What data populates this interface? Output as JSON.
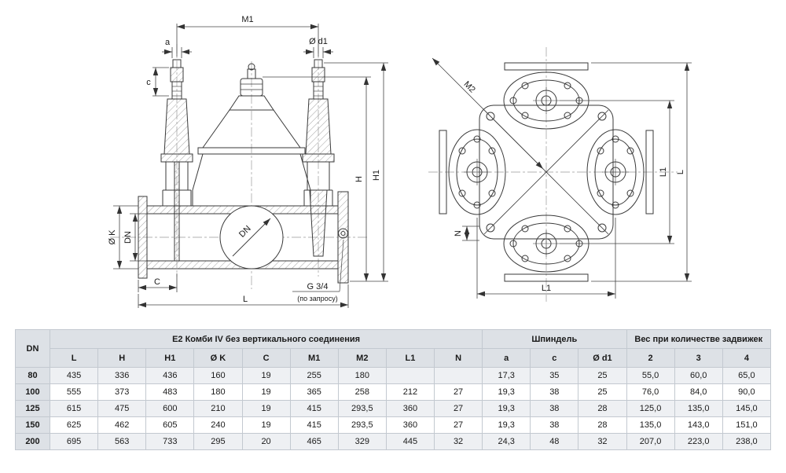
{
  "drawing": {
    "left": {
      "m1": "M1",
      "a": "a",
      "d1": "Ø d1",
      "c_dim": "c",
      "h": "H",
      "h1": "H1",
      "k": "Ø K",
      "dn": "DN",
      "dn_arrow": "DN",
      "c_bottom": "C",
      "l": "L",
      "g": "G 3/4",
      "note": "(по запросу)"
    },
    "right": {
      "m2": "M2",
      "n": "N",
      "l1_side": "L1",
      "l_side": "L",
      "l1_bottom": "L1"
    }
  },
  "table": {
    "dn_header": "DN",
    "groups": [
      {
        "label": "E2 Комби IV без вертикального соединения",
        "span": 9
      },
      {
        "label": "Шпиндель",
        "span": 3
      },
      {
        "label": "Вес при количестве задвижек",
        "span": 3
      }
    ],
    "columns": [
      "L",
      "H",
      "H1",
      "Ø K",
      "C",
      "M1",
      "M2",
      "L1",
      "N",
      "a",
      "c",
      "Ø d1",
      "2",
      "3",
      "4"
    ],
    "rows": [
      {
        "dn": "80",
        "values": [
          "435",
          "336",
          "436",
          "160",
          "19",
          "255",
          "180",
          "",
          "",
          "17,3",
          "35",
          "25",
          "55,0",
          "60,0",
          "65,0"
        ]
      },
      {
        "dn": "100",
        "values": [
          "555",
          "373",
          "483",
          "180",
          "19",
          "365",
          "258",
          "212",
          "27",
          "19,3",
          "38",
          "25",
          "76,0",
          "84,0",
          "90,0"
        ]
      },
      {
        "dn": "125",
        "values": [
          "615",
          "475",
          "600",
          "210",
          "19",
          "415",
          "293,5",
          "360",
          "27",
          "19,3",
          "38",
          "28",
          "125,0",
          "135,0",
          "145,0"
        ]
      },
      {
        "dn": "150",
        "values": [
          "625",
          "462",
          "605",
          "240",
          "19",
          "415",
          "293,5",
          "360",
          "27",
          "19,3",
          "38",
          "28",
          "135,0",
          "143,0",
          "151,0"
        ]
      },
      {
        "dn": "200",
        "values": [
          "695",
          "563",
          "733",
          "295",
          "20",
          "465",
          "329",
          "445",
          "32",
          "24,3",
          "48",
          "32",
          "207,0",
          "223,0",
          "238,0"
        ]
      }
    ]
  },
  "colors": {
    "header_bg": "#dde1e6",
    "row_alt_bg": "#eef0f3",
    "border": "#c3c9d0",
    "line": "#3a3a3a"
  }
}
